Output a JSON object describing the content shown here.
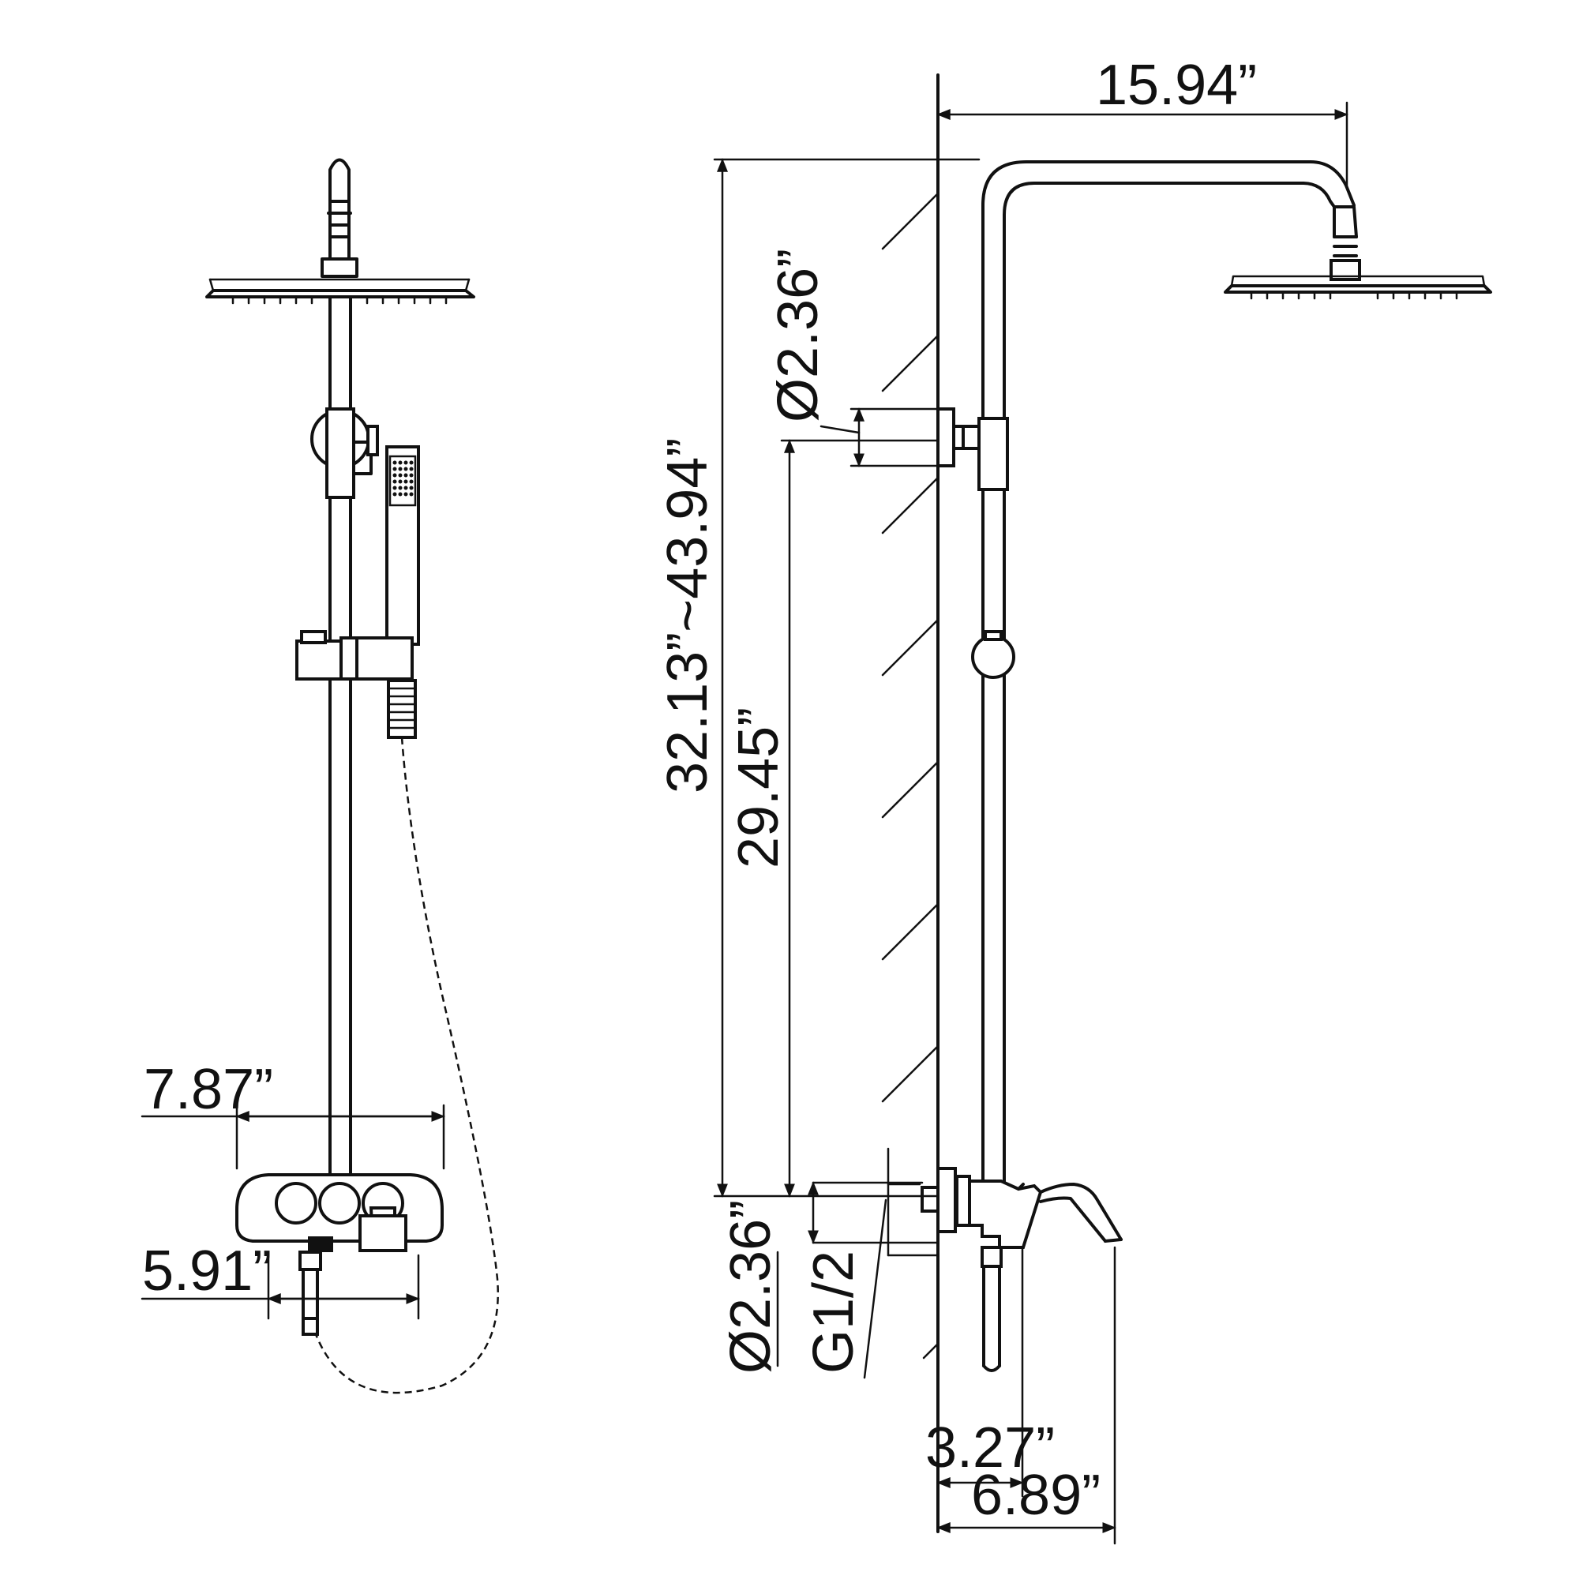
{
  "diagram": {
    "dimensions": {
      "head_arm_reach": "15.94”",
      "wall_flange_diameter_top": "Ø2.36”",
      "total_height_range": "32.13”~43.94”",
      "bracket_spacing": "29.45”",
      "mixer_width": "7.87”",
      "outlet_spacing": "5.91”",
      "wall_flange_diameter_bottom": "Ø2.36”",
      "inlet_thread": "G1/2",
      "wall_to_pipe": "3.27”",
      "wall_to_spout": "6.89”"
    }
  }
}
